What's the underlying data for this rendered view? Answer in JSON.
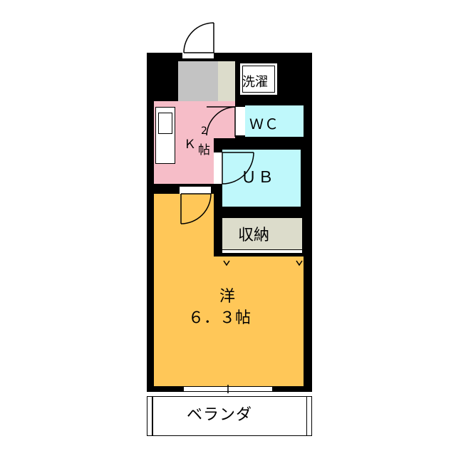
{
  "floorplan": {
    "rooms": {
      "laundry": {
        "label": "洗濯"
      },
      "wc": {
        "label": "ＷＣ"
      },
      "kitchen": {
        "label_k": "Ｋ",
        "label_size": "2",
        "label_unit": "帖"
      },
      "bath": {
        "label": "ＵＢ"
      },
      "storage": {
        "label": "収納"
      },
      "western": {
        "label": "洋",
        "label_size": "６．３帖"
      },
      "balcony": {
        "label": "ベランダ"
      }
    },
    "colors": {
      "wall": "#000000",
      "western_room": "#FFC758",
      "kitchen": "#F6BDC8",
      "bath_wc": "#BFF8FB",
      "storage": "#DCDCCB",
      "entrance": "#C3C3C3",
      "balcony": "#FFFFFF"
    }
  }
}
